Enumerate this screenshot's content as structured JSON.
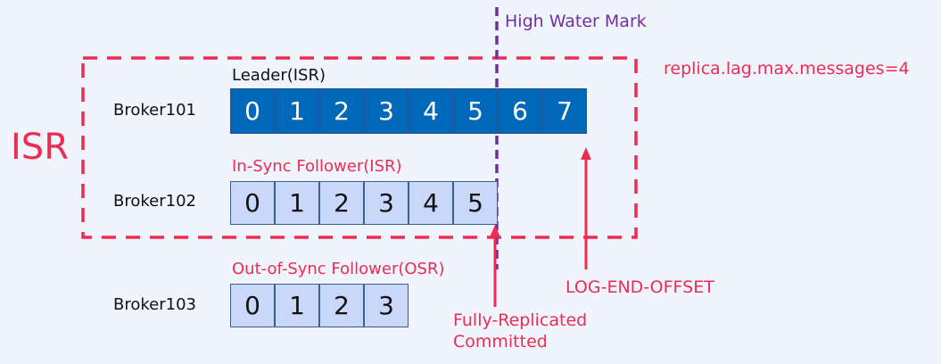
{
  "isr_group_label": "ISR",
  "config_note": "replica.lag.max.messages=4",
  "high_water_mark_label": "High Water Mark",
  "log_end_offset_label": "LOG-END-OFFSET",
  "committed_label_line1": "Fully-Replicated",
  "committed_label_line2": "Committed",
  "brokers": [
    {
      "name": "Broker101",
      "role": "Leader(ISR)",
      "offsets": [
        "0",
        "1",
        "2",
        "3",
        "4",
        "5",
        "6",
        "7"
      ]
    },
    {
      "name": "Broker102",
      "role": "In-Sync Follower(ISR)",
      "offsets": [
        "0",
        "1",
        "2",
        "3",
        "4",
        "5"
      ]
    },
    {
      "name": "Broker103",
      "role": "Out-of-Sync Follower(OSR)",
      "offsets": [
        "0",
        "1",
        "2",
        "3"
      ]
    }
  ],
  "colors": {
    "accent_red": "#ee2c52",
    "hwm_purple": "#7030a0",
    "leader_cell": "#0068b8",
    "follower_cell": "#c9d8fa",
    "background": "#f0f4fd"
  }
}
